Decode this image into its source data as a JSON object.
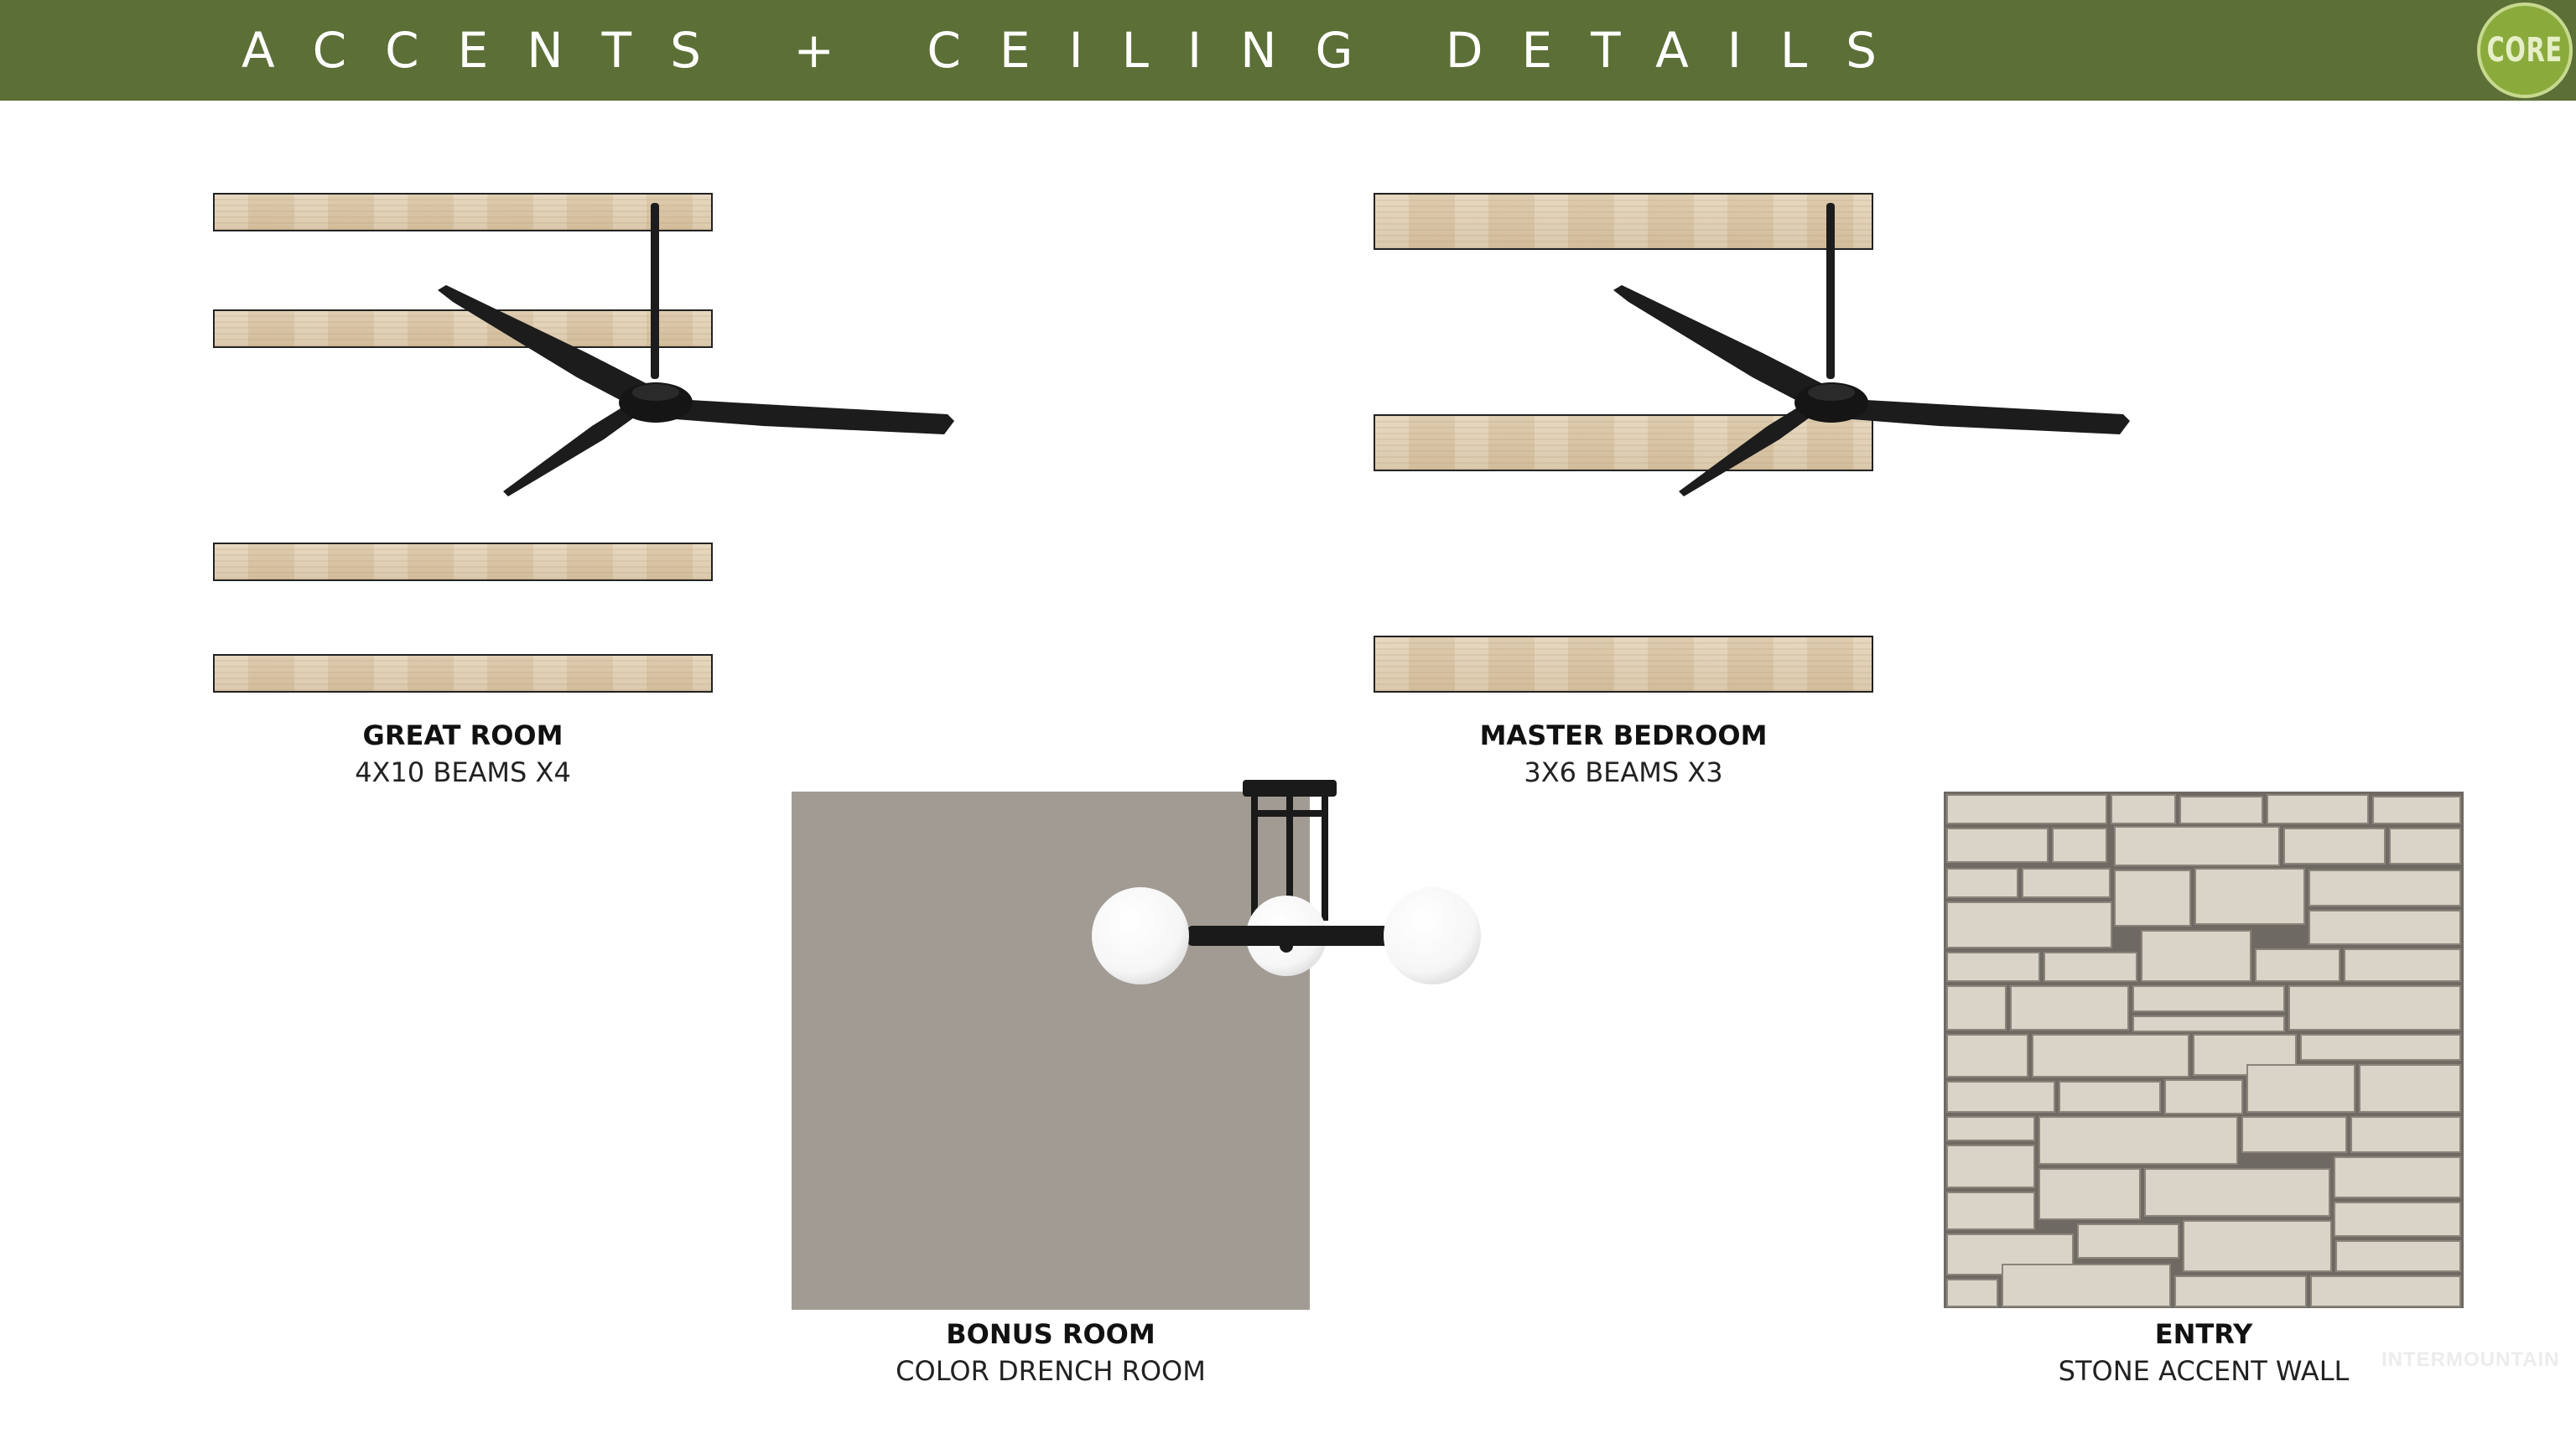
{
  "header": {
    "title": "ACCENTS + CEILING DETAILS",
    "logo_text": "CORE",
    "background_color": "#5c6f37"
  },
  "panels": [
    {
      "title": "GREAT ROOM",
      "subtitle": "4X10 BEAMS X4",
      "fan_icon": "ceiling-fan-icon"
    },
    {
      "title": "MASTER BEDROOM",
      "subtitle": "3X6 BEAMS X3",
      "fan_icon": "ceiling-fan-icon"
    },
    {
      "title": "BONUS ROOM",
      "subtitle": "COLOR DRENCH ROOM",
      "swatch_color": "#a19b93",
      "fixture_icon": "globe-light-fixture-icon"
    },
    {
      "title": "ENTRY",
      "subtitle": "STONE ACCENT WALL",
      "material_icon": "stacked-stone-icon"
    }
  ],
  "watermark": "INTERMOUNTAIN"
}
